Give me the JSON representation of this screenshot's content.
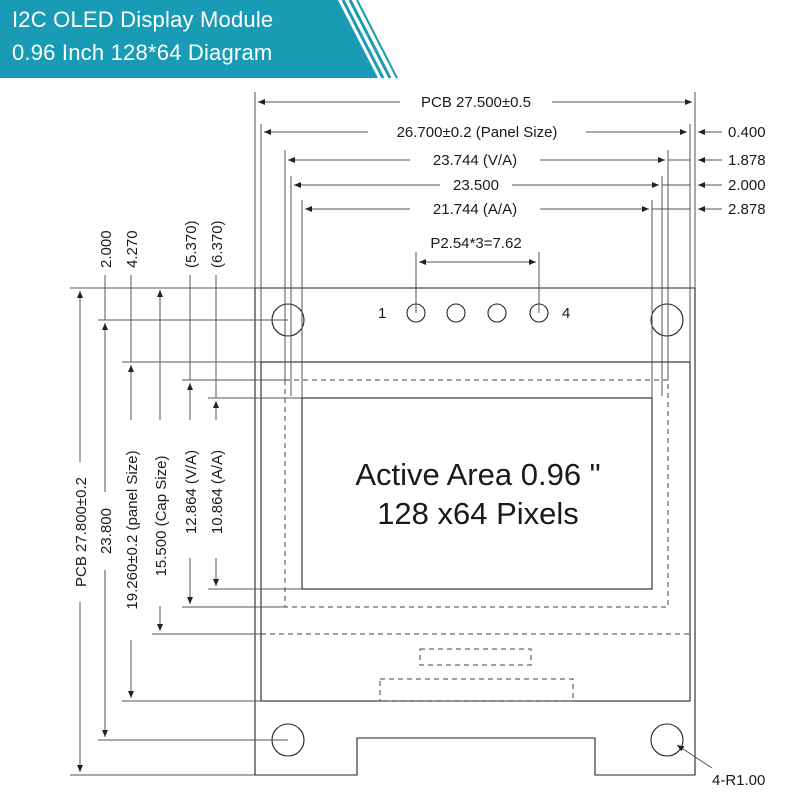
{
  "banner": {
    "title_line1": "I2C OLED Display Module",
    "title_line2": "0.96 Inch 128*64 Diagram",
    "color": "#1a9bb5",
    "accent_color": "#0f7f96"
  },
  "horizontal_dimensions": {
    "pcb": "PCB 27.500±0.5",
    "panel": "26.700±0.2 (Panel Size)",
    "va": "23.744 (V/A)",
    "cap": "23.500",
    "aa": "21.744 (A/A)",
    "pin_pitch": "P2.54*3=7.62",
    "right_offsets": [
      "0.400",
      "1.878",
      "2.000",
      "2.878"
    ]
  },
  "vertical_dimensions": {
    "pcb": "PCB 27.800±0.2",
    "hole_span": "23.800",
    "panel": "19.260±0.2 (panel Size)",
    "cap": "15.500 (Cap Size)",
    "va": "12.864 (V/A)",
    "aa": "10.864 (A/A)",
    "top_offsets": [
      "2.000",
      "4.270",
      "(5.370)",
      "(6.370)"
    ]
  },
  "pins": {
    "first": "1",
    "last": "4",
    "count": 4
  },
  "active_area": {
    "line1": "Active Area 0.96 \"",
    "line2": "128 x64 Pixels"
  },
  "hole_note": "4-R1.00"
}
